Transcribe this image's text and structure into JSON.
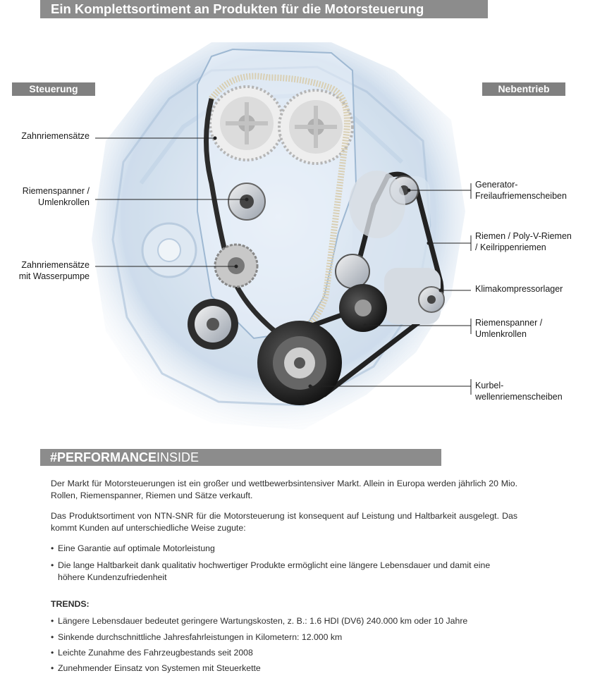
{
  "header": {
    "title": "Ein Komplettsortiment an Produkten für die Motorsteuerung"
  },
  "tags": {
    "left": "Steuerung",
    "right": "Nebentrieb"
  },
  "labels_left": [
    {
      "line1": "Zahnriemensätze",
      "line2": ""
    },
    {
      "line1": "Riemenspanner /",
      "line2": "Umlenkrollen"
    },
    {
      "line1": "Zahnriemensätze",
      "line2": "mit Wasserpumpe"
    }
  ],
  "labels_right": [
    {
      "line1": "Generator-",
      "line2": "Freilaufriemenscheiben"
    },
    {
      "line1": "Riemen / Poly-V-Riemen",
      "line2": "/ Keilrippenriemen"
    },
    {
      "line1": "Klimakompressorlager",
      "line2": ""
    },
    {
      "line1": "Riemenspanner /",
      "line2": "Umlenkrollen"
    },
    {
      "line1": "Kurbel-",
      "line2": "wellenriemenscheiben"
    }
  ],
  "performance": {
    "bold": "#PERFORMANCE",
    "rest": "INSIDE"
  },
  "paragraphs": [
    "Der Markt für Motorsteuerungen ist ein großer und wettbewerbsintensiver Markt. Allein in Europa werden jährlich 20 Mio. Rollen, Riemenspanner, Riemen und Sätze verkauft.",
    "Das Produktsortiment von NTN-SNR für die Motorsteuerung ist konsequent auf Leistung und Haltbarkeit ausgelegt. Das kommt Kunden auf unterschiedliche Weise zugute:"
  ],
  "benefits": [
    "Eine Garantie auf optimale Motorleistung",
    "Die lange Haltbarkeit dank qualitativ hochwertiger Produkte ermöglicht eine längere Lebensdauer und damit eine höhere Kundenzufriedenheit"
  ],
  "trends": {
    "heading": "TRENDS:",
    "items": [
      "Längere Lebensdauer bedeutet geringere Wartungskosten, z. B.: 1.6 HDI (DV6) 240.000 km oder 10 Jahre",
      "Sinkende durchschnittliche Jahresfahrleistungen in Kilometern: 12.000 km",
      "Leichte Zunahme des Fahrzeugbestands seit 2008",
      "Zunehmender Einsatz von Systemen mit Steuerkette"
    ]
  }
}
